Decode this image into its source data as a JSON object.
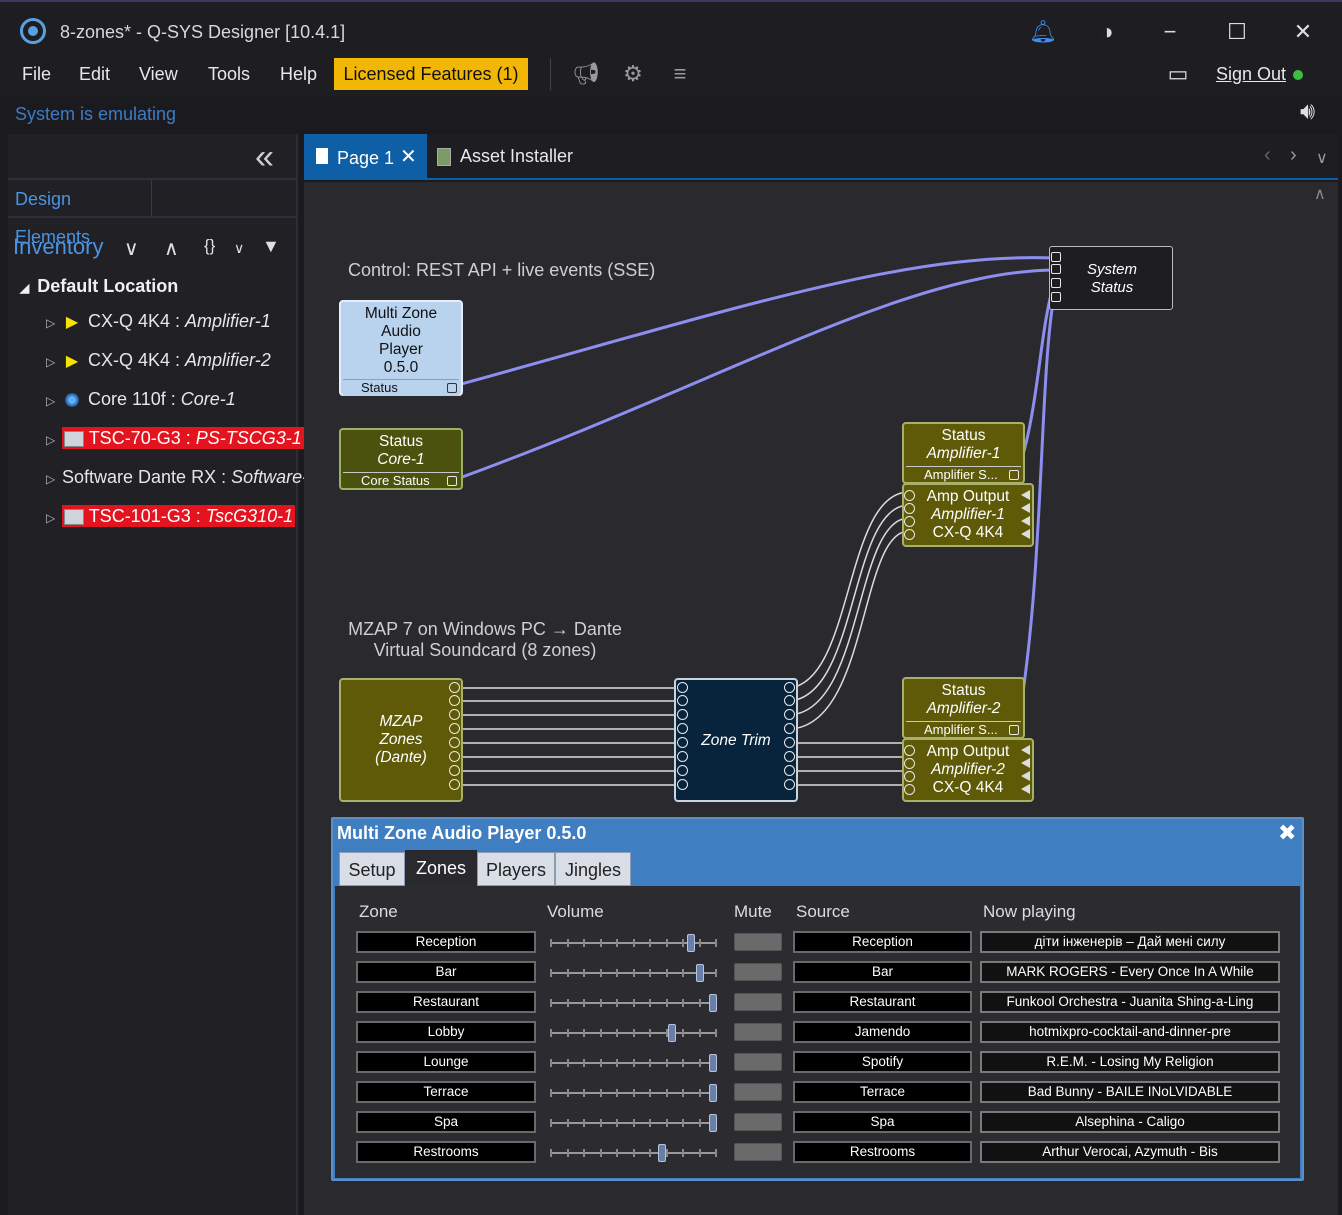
{
  "window": {
    "title": "8-zones* - Q-SYS Designer [10.4.1]"
  },
  "menu": {
    "items": [
      "File",
      "Edit",
      "View",
      "Tools",
      "Help"
    ],
    "licensed": "Licensed Features (1)",
    "sign_out": "Sign Out",
    "status_text": "System is emulating"
  },
  "left_panel": {
    "tab": "Design Elements",
    "inventory_label": "Inventory",
    "root": "Default Location",
    "items": [
      {
        "model": "CX-Q 4K4 : ",
        "name": "Amplifier-1",
        "icon": "amplifier-icon",
        "error": false
      },
      {
        "model": "CX-Q 4K4 : ",
        "name": "Amplifier-2",
        "icon": "amplifier-icon",
        "error": false
      },
      {
        "model": "Core 110f : ",
        "name": "Core-1",
        "icon": "core-icon",
        "error": false
      },
      {
        "model": "TSC-70-G3 : ",
        "name": "PS-TSCG3-1",
        "icon": "touchscreen-icon",
        "error": true
      },
      {
        "model": "Software Dante RX : ",
        "name": "Software-",
        "icon": "",
        "error": false
      },
      {
        "model": "TSC-101-G3 : ",
        "name": "TscG310-1",
        "icon": "touchscreen-icon",
        "error": true
      }
    ]
  },
  "tabs": {
    "page1": "Page 1",
    "asset": "Asset Installer"
  },
  "canvas": {
    "caption_control": "Control: REST API + live events (SSE)",
    "caption_mzap_1": "MZAP 7 on Windows PC → Dante",
    "caption_mzap_2": "Virtual Soundcard (8 zones)",
    "mzap_block": {
      "lines": [
        "Multi Zone",
        "Audio",
        "Player",
        "0.5.0"
      ],
      "pin": "Status"
    },
    "core_status": {
      "line1": "Status",
      "line2": "Core-1",
      "pin": "Core Status"
    },
    "system_status": {
      "line1": "System",
      "line2": "Status"
    },
    "amp1_status": {
      "line1": "Status",
      "line2": "Amplifier-1",
      "pin": "Amplifier S..."
    },
    "amp1_output": {
      "line1": "Amp Output",
      "line2": "Amplifier-1",
      "line3": "CX-Q 4K4"
    },
    "amp2_status": {
      "line1": "Status",
      "line2": "Amplifier-2",
      "pin": "Amplifier S..."
    },
    "amp2_output": {
      "line1": "Amp Output",
      "line2": "Amplifier-2",
      "line3": "CX-Q 4K4"
    },
    "mzap_zones": {
      "lines": [
        "MZAP",
        "Zones",
        "(Dante)"
      ]
    },
    "zone_trim": "Zone Trim"
  },
  "plugin": {
    "title": "Multi Zone Audio Player 0.5.0",
    "tabs": [
      "Setup",
      "Zones",
      "Players",
      "Jingles"
    ],
    "active_tab": "Zones",
    "columns": {
      "zone": "Zone",
      "volume": "Volume",
      "mute": "Mute",
      "source": "Source",
      "now_playing": "Now playing"
    },
    "rows": [
      {
        "zone": "Reception",
        "volume": 0.86,
        "muted": false,
        "source": "Reception",
        "now_playing": "діти інженерів – Дай мені силу"
      },
      {
        "zone": "Bar",
        "volume": 0.92,
        "muted": false,
        "source": "Bar",
        "now_playing": "MARK ROGERS - Every Once In A While"
      },
      {
        "zone": "Restaurant",
        "volume": 1.0,
        "muted": false,
        "source": "Restaurant",
        "now_playing": "Funkool Orchestra - Juanita Shing-a-Ling"
      },
      {
        "zone": "Lobby",
        "volume": 0.74,
        "muted": false,
        "source": "Jamendo",
        "now_playing": "hotmixpro-cocktail-and-dinner-pre"
      },
      {
        "zone": "Lounge",
        "volume": 1.0,
        "muted": false,
        "source": "Spotify",
        "now_playing": "R.E.M. - Losing My Religion"
      },
      {
        "zone": "Terrace",
        "volume": 1.0,
        "muted": false,
        "source": "Terrace",
        "now_playing": "Bad Bunny - BAILE INoLVIDABLE"
      },
      {
        "zone": "Spa",
        "volume": 1.0,
        "muted": false,
        "source": "Spa",
        "now_playing": "Alsephina - Caligo"
      },
      {
        "zone": "Restrooms",
        "volume": 0.68,
        "muted": false,
        "source": "Restrooms",
        "now_playing": "Arthur Verocai, Azymuth - Bis"
      }
    ]
  }
}
